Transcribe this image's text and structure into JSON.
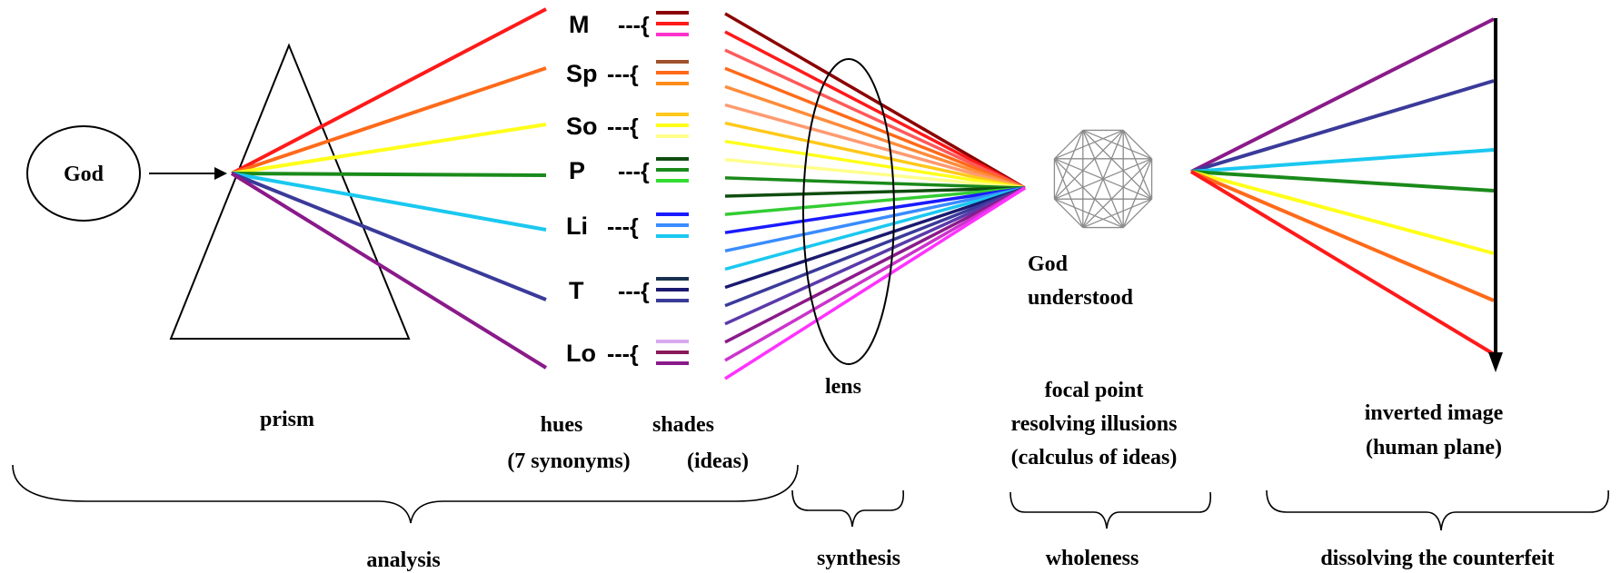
{
  "colors": {
    "ink": "#000000",
    "red": "#ff1a1a",
    "orange": "#ff6a1a",
    "yellow": "#ffff1a",
    "green": "#1a8a1a",
    "cyan": "#1ac8f0",
    "indigo": "#3a3a9a",
    "violet": "#8a1a8a",
    "octagon": "#8c8c8c"
  },
  "god_label": "God",
  "prism_label": "prism",
  "hues_label": "hues",
  "shades_label": "shades",
  "hues_sub": "(7 synonyms)",
  "shades_sub": "(ideas)",
  "lens_label": "lens",
  "god_understood": [
    "God",
    "understood"
  ],
  "focal_lines": [
    "focal point",
    "resolving illusions",
    "(calculus of ideas)"
  ],
  "inverted_lines": [
    "inverted image",
    "(human plane)"
  ],
  "groups": [
    {
      "letter": "M",
      "bracket": "---{",
      "shades": [
        "#8b0000",
        "#ff1a1a",
        "#ff33cc"
      ]
    },
    {
      "letter": "Sp",
      "bracket": "---{",
      "shades": [
        "#a0522d",
        "#ff6a1a",
        "#ff8c1a"
      ]
    },
    {
      "letter": "So",
      "bracket": "---{",
      "shades": [
        "#ffc81a",
        "#ffff1a",
        "#ffff8c"
      ]
    },
    {
      "letter": "P",
      "bracket": "---{",
      "shades": [
        "#0f4d0f",
        "#1a8a1a",
        "#33dd33"
      ]
    },
    {
      "letter": "Li",
      "bracket": "---{",
      "shades": [
        "#1a1aff",
        "#3a8cff",
        "#1ac8f0"
      ]
    },
    {
      "letter": "T",
      "bracket": "---{",
      "shades": [
        "#1a3050",
        "#1a1a70",
        "#3a3a9a"
      ]
    },
    {
      "letter": "Lo",
      "bracket": "---{",
      "shades": [
        "#d8a8f0",
        "#8a1a5a",
        "#8a1a8a"
      ]
    }
  ],
  "hue_fan_colors": [
    "#ff1a1a",
    "#ff6a1a",
    "#ffff1a",
    "#1a8a1a",
    "#1ac8f0",
    "#3a3a9a",
    "#8a1a8a"
  ],
  "lens_fan_colors": [
    "#8b0000",
    "#ff1a1a",
    "#ff5a5a",
    "#ff6a1a",
    "#ff8c3a",
    "#ff9a70",
    "#ffc81a",
    "#ffff1a",
    "#ffff8c",
    "#1a8a1a",
    "#0f4d0f",
    "#33cc33",
    "#1a1aff",
    "#3a8cff",
    "#1ac8f0",
    "#1a1a70",
    "#3a3a9a",
    "#5a3aaa",
    "#8a1a8a",
    "#cc33cc",
    "#ff33ff"
  ],
  "image_fan_colors": [
    "#8a1a8a",
    "#3a3a9a",
    "#1ac8f0",
    "#1a8a1a",
    "#ffff1a",
    "#ff6a1a",
    "#ff1a1a"
  ],
  "braces": [
    {
      "label": "analysis"
    },
    {
      "label": "synthesis"
    },
    {
      "label": "wholeness"
    },
    {
      "label": "dissolving the counterfeit"
    }
  ]
}
